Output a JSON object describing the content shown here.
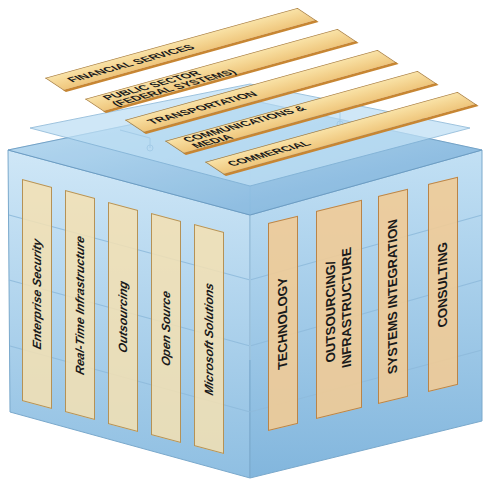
{
  "diagram": {
    "nodes": [
      {
        "text": [
          "FINANCIAL SERVICES"
        ]
      },
      {
        "text": [
          "PUBLIC SECTOR (FEDERAL SYSTEMS)"
        ]
      },
      {
        "text": [
          "TRANSPORTATION"
        ]
      },
      {
        "text": [
          "COMMUNICATIONS & MEDIA"
        ]
      },
      {
        "text": [
          "COMMERCIAL"
        ]
      },
      {
        "text": [
          "Enterprise Security"
        ]
      },
      {
        "text": [
          "Real-Time Infrastructure"
        ]
      },
      {
        "text": [
          "Outsourcing"
        ]
      },
      {
        "text": [
          "Open Source"
        ]
      },
      {
        "text": [
          "Microsoft Solutions"
        ]
      },
      {
        "text": [
          "TECHNOLOGY"
        ]
      },
      {
        "text": [
          "OUTSOURCING/ INFRASTRUCTURE"
        ]
      },
      {
        "text": [
          "SYSTEMS INTEGRATION"
        ]
      },
      {
        "text": [
          "CONSULTING"
        ]
      }
    ]
  }
}
